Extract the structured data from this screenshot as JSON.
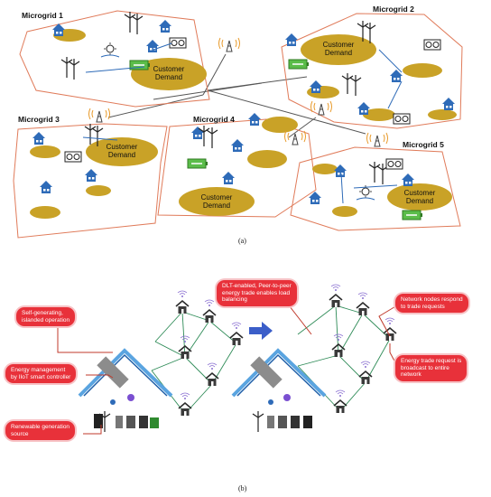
{
  "panel_a": {
    "microgrids": [
      {
        "title": "Microgrid 1",
        "demand": "Customer\nDemand"
      },
      {
        "title": "Microgrid 2",
        "demand": "Customer\nDemand"
      },
      {
        "title": "Microgrid 3",
        "demand": "Customer\nDemand"
      },
      {
        "title": "Microgrid 4",
        "demand": "Customer\nDemand"
      },
      {
        "title": "Microgrid 5",
        "demand": "Customer\nDemand"
      }
    ],
    "caption": "(a)"
  },
  "panel_b": {
    "callouts": {
      "self_generating": "Self-generating,\nislanded operation",
      "energy_management": "Energy management\nby IIoT smart controller",
      "renewable": "Renewable generation\nsource",
      "dlt": "DLT-enabled, Peer-to-peer\nenergy trade enables load\nbalancing",
      "nodes_respond": "Network nodes respond\nto trade requests",
      "broadcast": "Energy trade request is\nbroadcast to entire\nnetwork"
    },
    "caption": "(b)"
  },
  "colors": {
    "demand_fill": "#c9a227",
    "boundary": "#e07b5a",
    "house": "#2e6bb8",
    "callout": "#e8313a",
    "arrow": "#3b5ec9",
    "link": "#2e8b57"
  }
}
